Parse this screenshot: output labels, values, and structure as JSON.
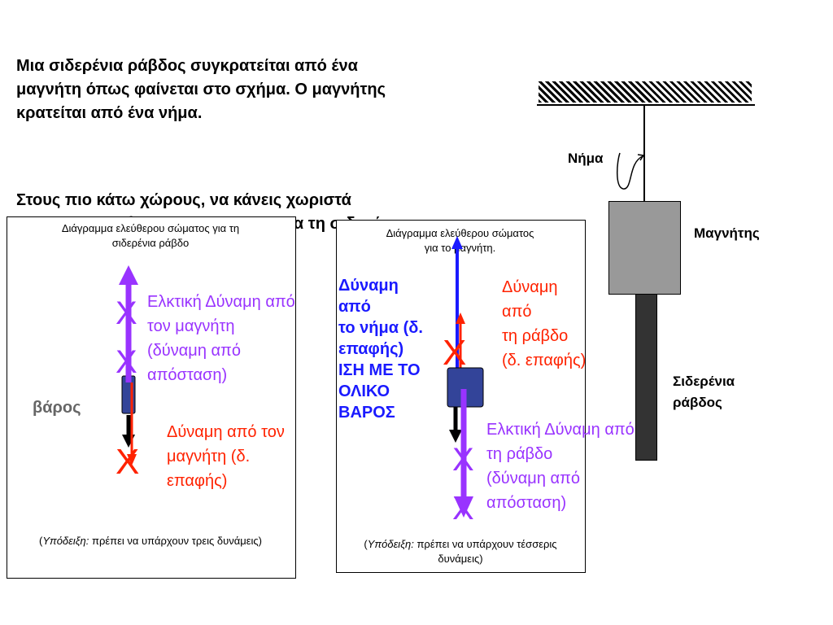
{
  "intro": {
    "paragraph1": "Μια σιδερένια ράβδος συγκρατείται από ένα\nμαγνήτη όπως φαίνεται στο σχήμα. Ο μαγνήτης\nκρατείται από ένα νήμα.",
    "paragraph2": "Στους πιο κάτω  χώρους, να κάνεις χωριστά\nδιαγράμματα ελεύθερου σώματος για τη σιδερένια\nράβδο και για το μαγνήτη."
  },
  "setup": {
    "string_label": "Νήμα",
    "magnet_label": "Μαγνήτης",
    "rod_label": "Σιδερένια\nράβδος"
  },
  "box_rod": {
    "title": "Διάγραμμα ελεύθερου σώματος για τη\nσιδερένια ράβδο",
    "force_magnetic": "Ελκτική Δύναμη από\nτον μαγνήτη\n(δύναμη από\nαπόσταση)",
    "force_weight": "βάρος",
    "force_contact": "Δύναμη από τον\nμαγνήτη (δ.\nεπαφής)",
    "hint_prefix": "(",
    "hint_em": "Υπόδειξη:",
    "hint_text": " πρέπει να υπάρχουν τρεις δυνάμεις)"
  },
  "box_magnet": {
    "title": "Διάγραμμα ελεύθερου σώματος\nγια το μαγνήτη.",
    "force_string": "Δύναμη\nαπό\nτο νήμα (δ.\nεπαφής)\nΙΣΗ ΜΕ ΤΟ\nΟΛΙΚΟ\nΒΑΡΟΣ",
    "force_rod_contact": "Δύναμη\nαπό\nτη ράβδο\n(δ. επαφής)",
    "force_rod_magnetic": "Ελκτική Δύναμη από\nτη ράβδο\n(δύναμη από\nαπόσταση)",
    "hint_prefix": "(",
    "hint_em": "Υπόδειξη:",
    "hint_text": " πρέπει να υπάρχουν τέσσερις δυνάμεις)"
  },
  "colors": {
    "purple": "#9933ff",
    "red": "#ff2200",
    "blue": "#1a1aff",
    "magnet_gray": "#999999",
    "rod_dark": "#333333",
    "body_blue": "#334499"
  }
}
